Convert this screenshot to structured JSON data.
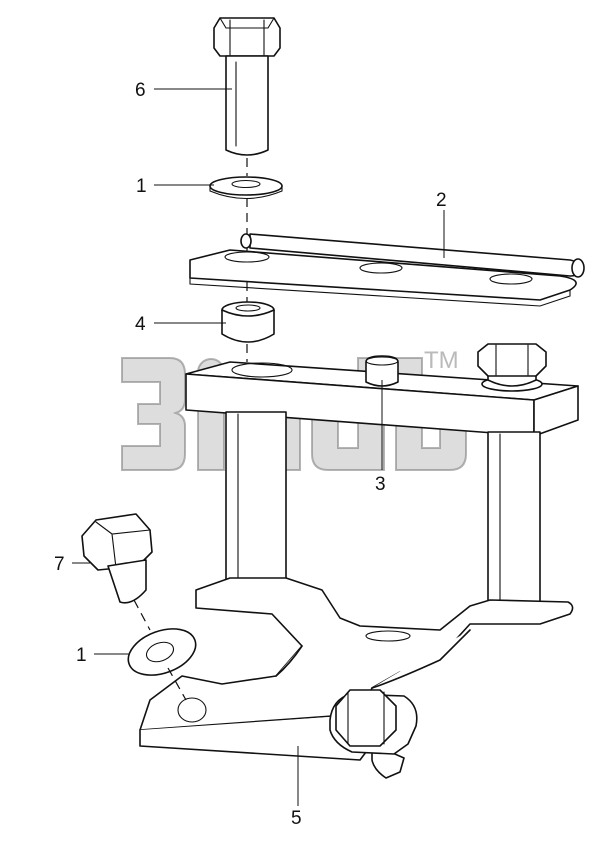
{
  "callouts": [
    {
      "id": "6",
      "label": "6"
    },
    {
      "id": "1a",
      "label": "1"
    },
    {
      "id": "2",
      "label": "2"
    },
    {
      "id": "4",
      "label": "4"
    },
    {
      "id": "3",
      "label": "3"
    },
    {
      "id": "7",
      "label": "7"
    },
    {
      "id": "1b",
      "label": "1"
    },
    {
      "id": "5",
      "label": "5"
    }
  ],
  "watermark": {
    "trademark": "TM"
  },
  "colors": {
    "line": "#111111",
    "background": "#ffffff"
  }
}
